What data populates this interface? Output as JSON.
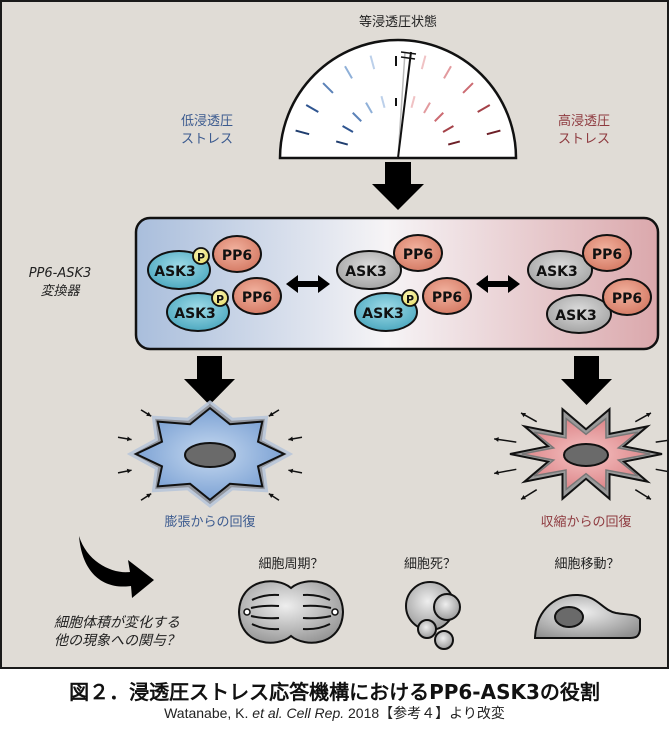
{
  "gauge": {
    "top_label": "等浸透圧状態",
    "left_label_line1": "低浸透圧",
    "left_label_line2": "ストレス",
    "right_label_line1": "高浸透圧",
    "right_label_line2": "ストレス"
  },
  "transducer": {
    "label_line1": "PP6-ASK3",
    "label_line2": "変換器",
    "ask3": "ASK3",
    "pp6": "PP6",
    "phospho": "P"
  },
  "outcomes": {
    "left_label": "膨張からの回復",
    "right_label": "収縮からの回復"
  },
  "phenomena": {
    "question_line1": "細胞体積が変化する",
    "question_line2": "他の現象への関与？",
    "cell_cycle": "細胞周期？",
    "cell_death": "細胞死？",
    "cell_migration": "細胞移動？"
  },
  "caption": {
    "title": "図２．浸透圧ストレス応答機構におけるPP6-ASK3の役割",
    "authors": "Watanabe, K. ",
    "etal": "et al. Cell Rep.",
    "year_ref": " 2018【参考４】より改変"
  },
  "colors": {
    "panel_bg": "#e0dcd6",
    "hypo_blue": "#3b5a8f",
    "hyper_red": "#8e3a3f",
    "ask3_active": "#5fb7cc",
    "ask3_inactive": "#b4b4b4",
    "pp6": "#e0907a",
    "phospho": "#f3ec8a"
  }
}
